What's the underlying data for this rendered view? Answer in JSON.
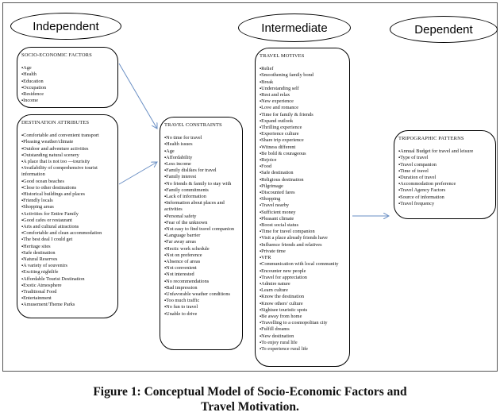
{
  "headers": {
    "independent": "Independent",
    "intermediate": "Intermediate",
    "dependent": "Dependent"
  },
  "socio": {
    "title": "SOCIO-ECONOMIC FACTORS",
    "items": [
      "Age",
      "Health",
      "Education",
      "Occupation",
      "Residence",
      "Income"
    ]
  },
  "destination": {
    "title": "DESTINATION ATTRIBUTES",
    "items": [
      "Comfortable and convenient transport",
      "Pleasing weather/climate",
      "Outdoor and adventure activities",
      "Outstanding natural scenery",
      "A place that is not too —tourisity",
      "Availability of comprehensive tourist information",
      "Good ocean beaches",
      "Close to other destinations",
      "Historical buildings and places",
      "Friendly locals",
      "Shopping areas",
      "Activities for Entire Family",
      "Good cafes or restaurant",
      "Arts and cultural attractions",
      "Comfortable and clean accommodation",
      "The best deal I could get",
      "Heritage sites",
      "Safe destination",
      "Natural Reserves",
      "A variety of souvenirs",
      "Exciting nightlife",
      "Affordable Tourist Destination",
      "Exotic Atmosphere",
      "Traditional Food",
      "Entertainment",
      "Amusement/Theme Parks"
    ]
  },
  "constraints": {
    "title": "TRAVEL CONSTRAINTS",
    "items": [
      "No time for travel",
      "Health issues",
      "Age",
      "Affordability",
      "Less income",
      "Family dislikes for travel",
      "Family interest",
      "No friends & family to stay with",
      "Family commitments",
      "Lack of information",
      "Information about places and activities",
      "Personal safety",
      "Fear of the unknown",
      "Not easy to find  travel companion",
      "Language barrier",
      "Far away areas",
      "Hectic work schedule",
      "Not on preference",
      "Absence of areas",
      "Not convenient",
      "Not interested",
      "No recommendations",
      "Bad impression",
      "Unfavorable weather conditions",
      "Too much traffic",
      "No fun to travel",
      "Unable to drive"
    ]
  },
  "motives": {
    "title": "TRAVEL MOTIVES",
    "items": [
      "Relief",
      "Smoothening family bond",
      "Break",
      "Understanding self",
      "Rest and relax",
      "New experience",
      "Love and romance",
      "Time for family & friends",
      "Expand outlook",
      "Thrilling experience",
      "Experience culture",
      "Share trip experience",
      "Witness different",
      "Be bold & courageous",
      "Rejoice",
      "Food",
      "Safe destination",
      "Religious destination",
      "Pilgrimage",
      "Discounted fares",
      "Shopping",
      "Travel nearby",
      "Sufficient money",
      "Pleasant climate",
      "Boost social status",
      "Time for travel companion",
      "Visit a place already friends have",
      "Influence friends and relatives",
      "Private time",
      "VFR",
      "Communication with local community",
      "Encounter new people",
      "Travel for appreciation",
      "Admire nature",
      "Learn culture",
      "Know the destination",
      "Know others' culture",
      "Sightsee touristic spots",
      "Be away from home",
      "Travelling to a cosmopolitan city",
      "Fulfill dreams",
      "New destination",
      "To enjoy rural life",
      "To experience rural life"
    ]
  },
  "tripographic": {
    "title": "TRIPOGRAPHIC PATTERNS",
    "items": [
      "Annual Budget for travel and leisure",
      "Type of travel",
      "Travel companion",
      "Time of travel",
      "Duration of travel",
      "Accommodation preference",
      "Travel Agency Factors",
      "Source of information",
      "Travel frequency"
    ]
  },
  "caption": "Figure 1: Conceptual Model of Socio-Economic Factors and Travel Motivation.",
  "colors": {
    "arrow": "#6a8fc4"
  }
}
